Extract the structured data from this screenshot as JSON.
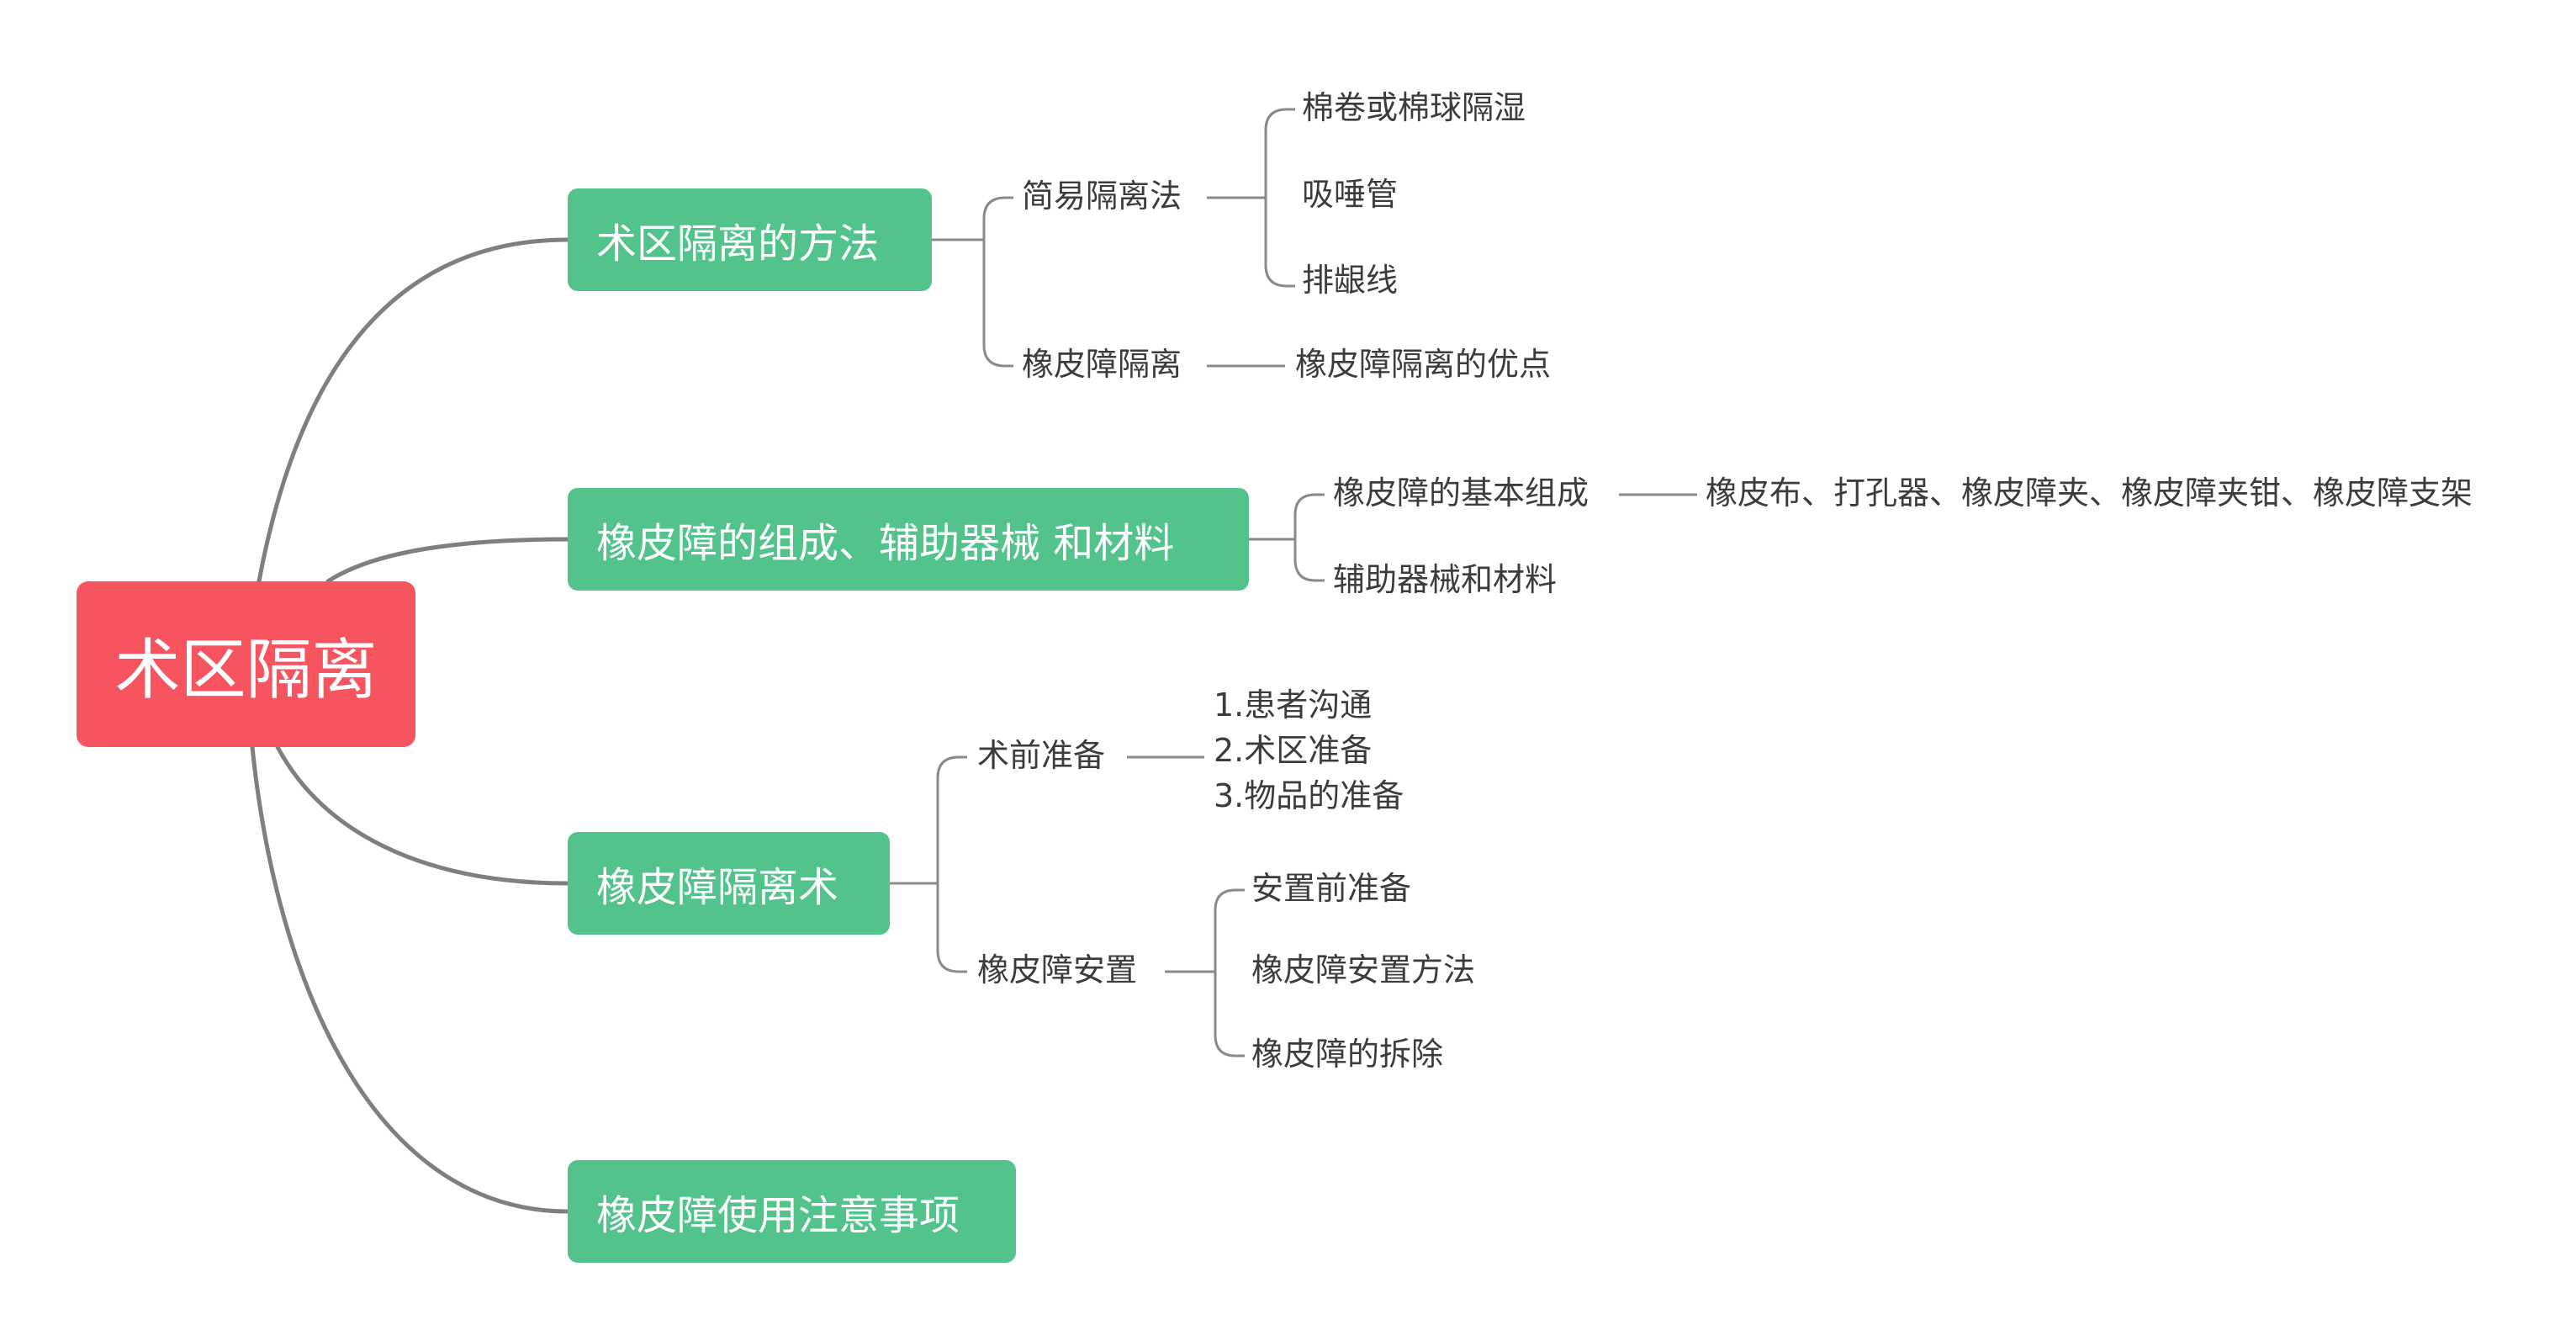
{
  "root": {
    "label": "术区隔离"
  },
  "branches": [
    {
      "label": "术区隔离的方法",
      "children": [
        {
          "label": "简易隔离法",
          "children": [
            "棉卷或棉球隔湿",
            "吸唾管",
            "排龈线"
          ]
        },
        {
          "label": "橡皮障隔离",
          "children": [
            "橡皮障隔离的优点"
          ]
        }
      ]
    },
    {
      "label": "橡皮障的组成、辅助器械 和材料",
      "children": [
        {
          "label": "橡皮障的基本组成",
          "children": [
            "橡皮布、打孔器、橡皮障夹、橡皮障夹钳、橡皮障支架"
          ]
        },
        {
          "label": "辅助器械和材料",
          "children": []
        }
      ]
    },
    {
      "label": "橡皮障隔离术",
      "children": [
        {
          "label": "术前准备",
          "children": [
            "1.患者沟通",
            "2.术区准备",
            "3.物品的准备"
          ]
        },
        {
          "label": "橡皮障安置",
          "children": [
            "安置前准备",
            "橡皮障安置方法",
            "橡皮障的拆除"
          ]
        }
      ]
    },
    {
      "label": "橡皮障使用注意事项",
      "children": []
    }
  ],
  "colors": {
    "root": "#f6555f",
    "branch": "#52c48b",
    "main_connector": "#7f7f7f",
    "sub_connector": "#8a8a8a",
    "text": "#3c3c3c"
  }
}
